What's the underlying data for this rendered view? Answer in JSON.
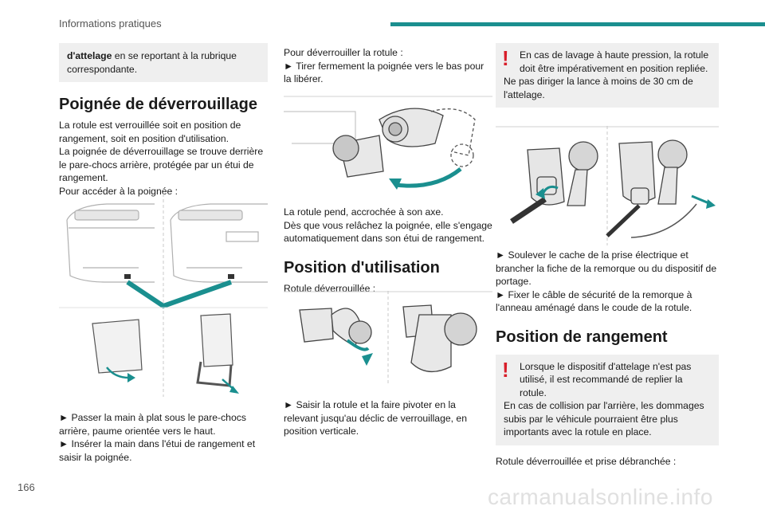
{
  "header": {
    "section": "Informations pratiques"
  },
  "page_number": "166",
  "watermark": "carmanualsonline.info",
  "col1": {
    "box_bold": "d'attelage",
    "box_text": " en se reportant à la rubrique correspondante.",
    "heading": "Poignée de déverrouillage",
    "para": [
      "La rotule est verrouillée soit en position de rangement, soit en position d'utilisation.",
      "La poignée de déverrouillage se trouve derrière le pare-chocs arrière, protégée par un étui de rangement.",
      "Pour accéder à la poignée :"
    ],
    "steps": [
      "► Passer la main à plat sous le pare-chocs arrière, paume orientée vers le haut.",
      "► Insérer la main dans l'étui de rangement et saisir la poignée."
    ]
  },
  "col2": {
    "intro": "Pour déverrouiller la rotule :",
    "step1": "► Tirer fermement la poignée vers le bas pour la libérer.",
    "after": [
      "La rotule pend, accrochée à son axe.",
      "Dès que vous relâchez la poignée, elle s'engage automatiquement dans son étui de rangement."
    ],
    "heading": "Position d'utilisation",
    "sub": "Rotule déverrouillée :",
    "step2": "► Saisir la rotule et la faire pivoter en la relevant jusqu'au déclic de verrouillage, en position verticale."
  },
  "col3": {
    "warn1": [
      "En cas de lavage à haute pression, la rotule doit être impérativement en position repliée.",
      "Ne pas diriger la lance à moins de 30 cm de l'attelage."
    ],
    "steps": [
      "► Soulever le cache de la prise électrique et brancher la fiche de la remorque ou du dispositif de portage.",
      "► Fixer le câble de sécurité de la remorque à l'anneau aménagé dans le coude de la rotule."
    ],
    "heading": "Position de rangement",
    "warn2": [
      "Lorsque le dispositif d'attelage n'est pas utilisé, il est recommandé de replier la rotule.",
      "En cas de collision par l'arrière, les dommages subis par le véhicule pourraient être plus importants avec la rotule en place."
    ],
    "last": "Rotule déverrouillée et prise débranchée :"
  },
  "colors": {
    "accent": "#1a8f8f",
    "warning": "#d81e2a",
    "box": "#efefef"
  },
  "icons": [
    "exclamation-icon",
    "arrow-icon"
  ]
}
